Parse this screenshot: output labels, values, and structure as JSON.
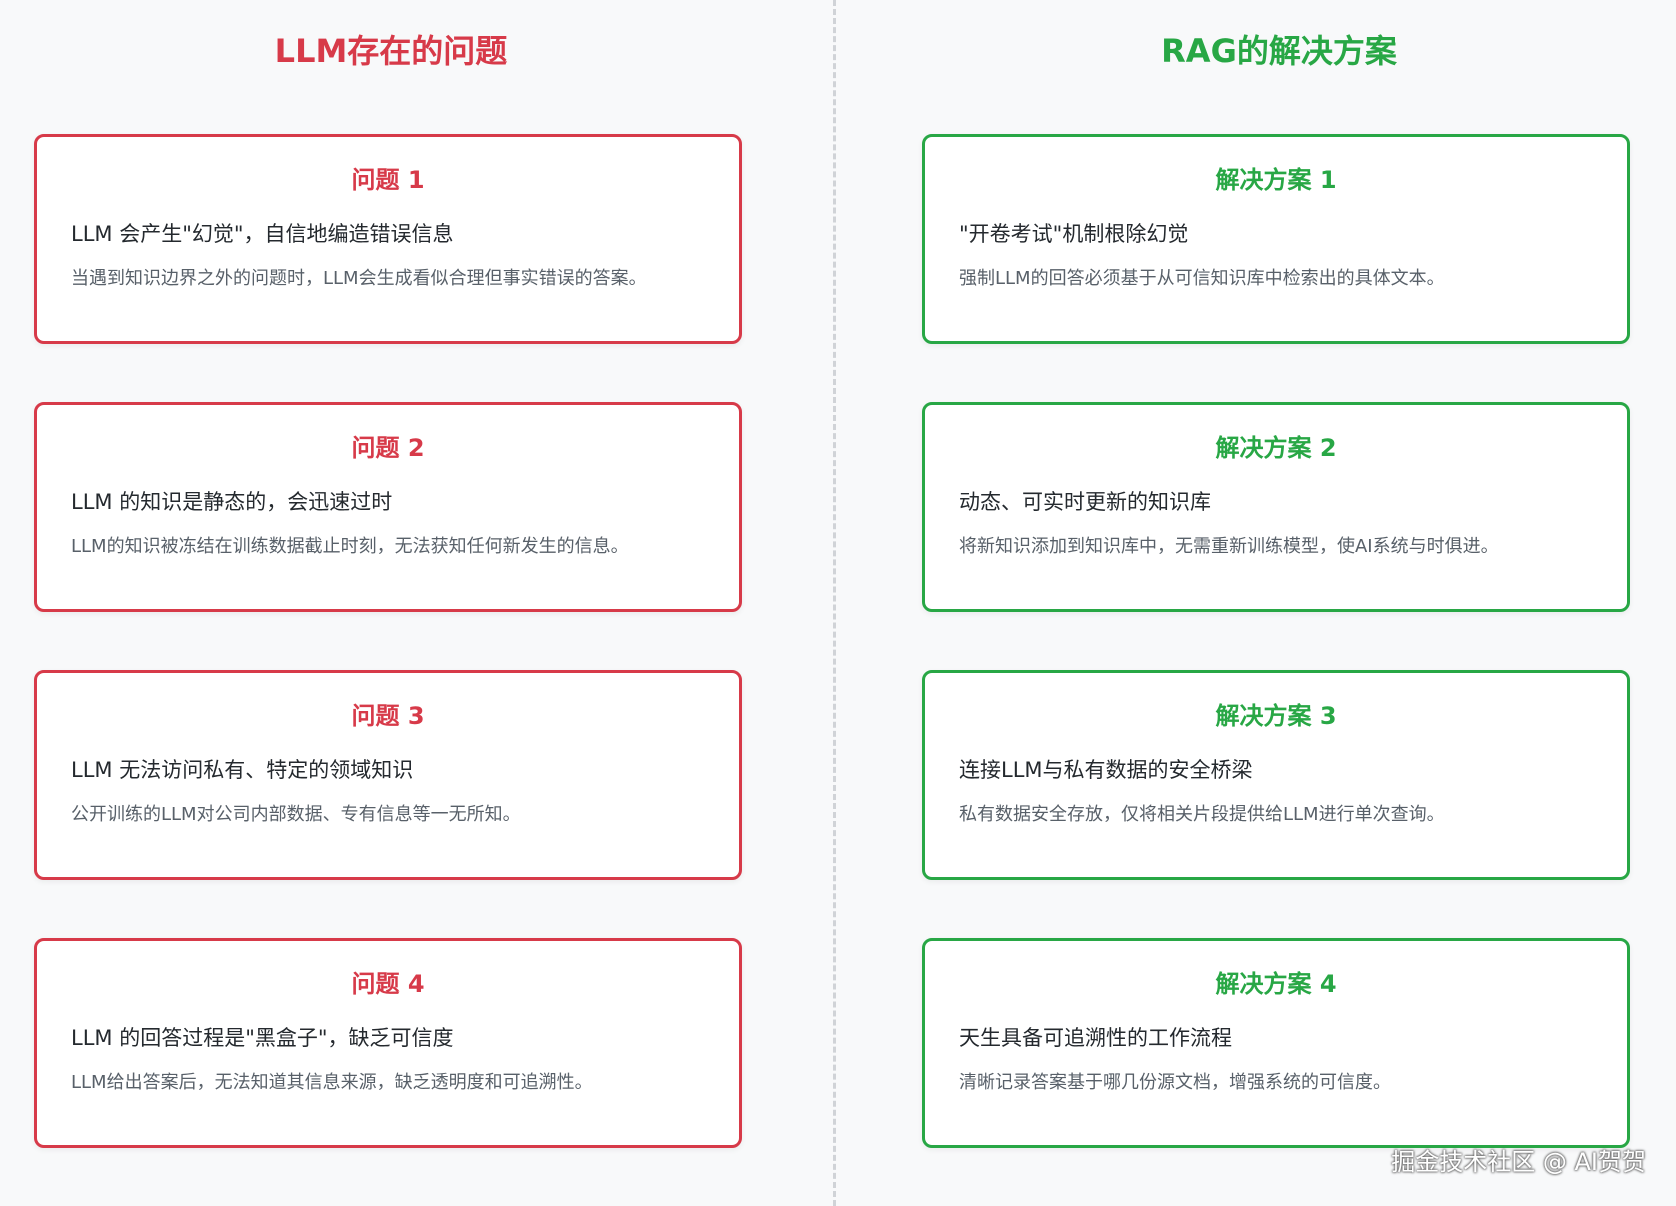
{
  "left": {
    "title": "LLM存在的问题",
    "cards": [
      {
        "title": "问题 1",
        "subtitle": "LLM 会产生\"幻觉\"，自信地编造错误信息",
        "desc": "当遇到知识边界之外的问题时，LLM会生成看似合理但事实错误的答案。"
      },
      {
        "title": "问题 2",
        "subtitle": "LLM 的知识是静态的，会迅速过时",
        "desc": "LLM的知识被冻结在训练数据截止时刻，无法获知任何新发生的信息。"
      },
      {
        "title": "问题 3",
        "subtitle": "LLM 无法访问私有、特定的领域知识",
        "desc": "公开训练的LLM对公司内部数据、专有信息等一无所知。"
      },
      {
        "title": "问题 4",
        "subtitle": "LLM 的回答过程是\"黑盒子\"，缺乏可信度",
        "desc": "LLM给出答案后，无法知道其信息来源，缺乏透明度和可追溯性。"
      }
    ]
  },
  "right": {
    "title": "RAG的解决方案",
    "cards": [
      {
        "title": "解决方案 1",
        "subtitle": "\"开卷考试\"机制根除幻觉",
        "desc": "强制LLM的回答必须基于从可信知识库中检索出的具体文本。"
      },
      {
        "title": "解决方案 2",
        "subtitle": "动态、可实时更新的知识库",
        "desc": "将新知识添加到知识库中，无需重新训练模型，使AI系统与时俱进。"
      },
      {
        "title": "解决方案 3",
        "subtitle": "连接LLM与私有数据的安全桥梁",
        "desc": "私有数据安全存放，仅将相关片段提供给LLM进行单次查询。"
      },
      {
        "title": "解决方案 4",
        "subtitle": "天生具备可追溯性的工作流程",
        "desc": "清晰记录答案基于哪几份源文档，增强系统的可信度。"
      }
    ]
  },
  "watermark": "掘金技术社区 @ AI贺贺",
  "colors": {
    "problem": "#d73a49",
    "solution": "#28a745"
  }
}
